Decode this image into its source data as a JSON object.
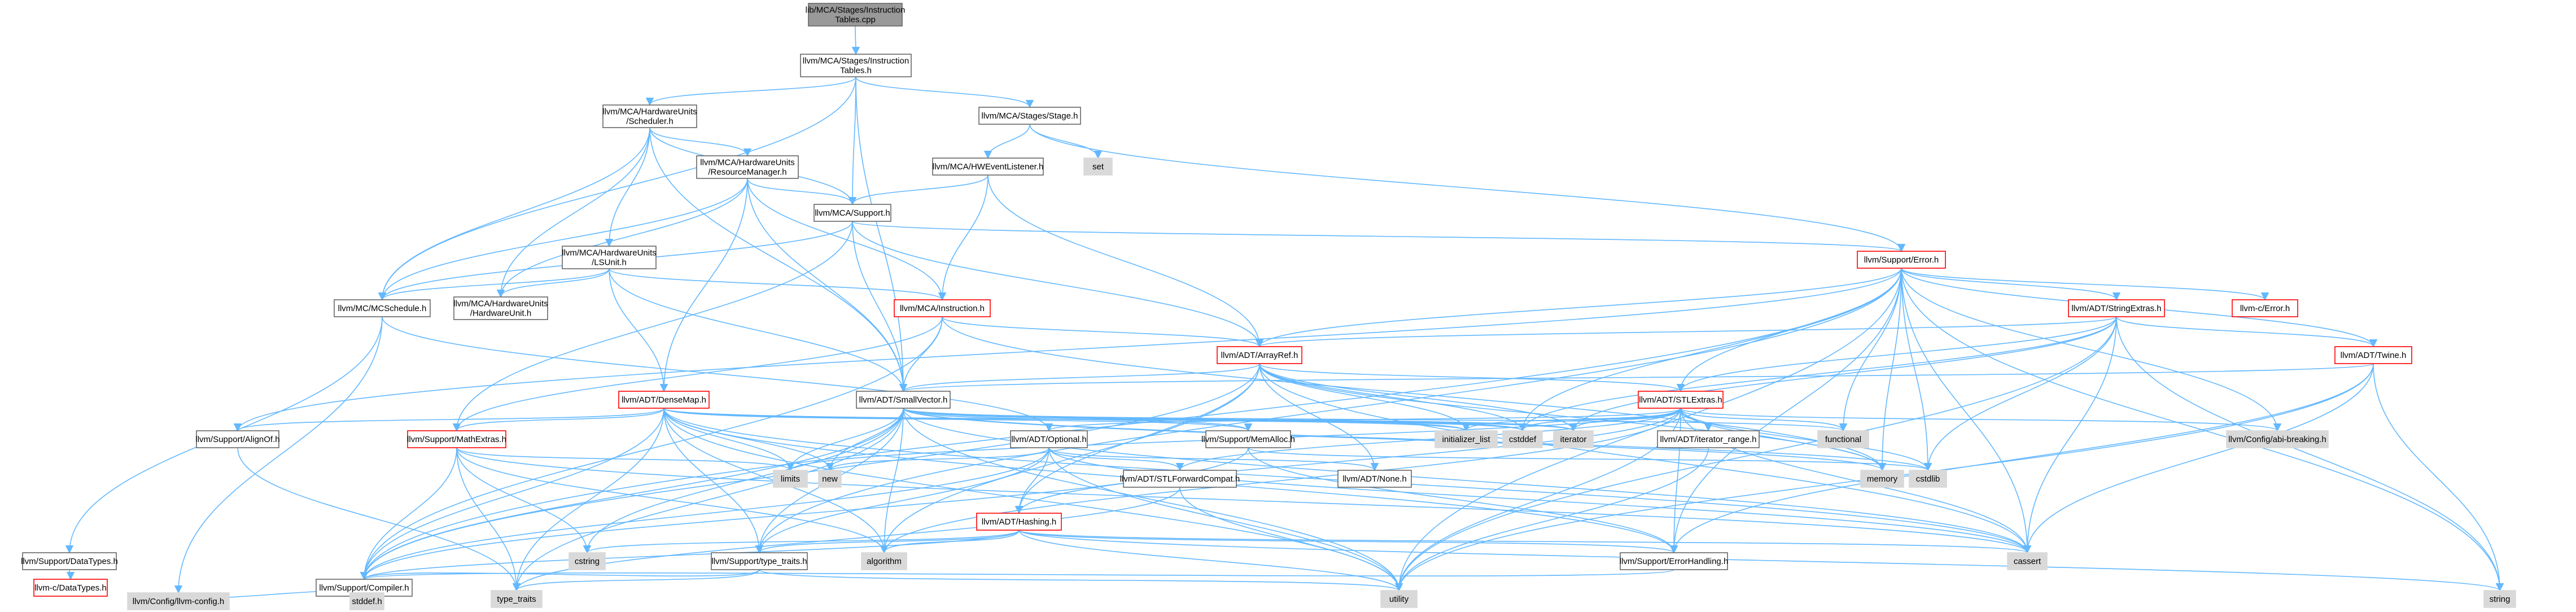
{
  "colors": {
    "edge": "#63B8FF",
    "edge_alt": "#8C8C8C",
    "node_border": "#666666",
    "red_border": "#FF0000",
    "gray_fill": "#D9D9D9",
    "root_fill": "#999999",
    "text": "#000000",
    "background": "#FFFFFF"
  },
  "nodes": [
    {
      "id": "root",
      "lines": [
        "lib/MCA/Stages/Instruction",
        "Tables.cpp"
      ],
      "style": "root"
    },
    {
      "id": "itables",
      "lines": [
        "llvm/MCA/Stages/Instruction",
        "Tables.h"
      ],
      "style": "white"
    },
    {
      "id": "scheduler",
      "lines": [
        "llvm/MCA/HardwareUnits",
        "/Scheduler.h"
      ],
      "style": "white"
    },
    {
      "id": "stage",
      "lines": [
        "llvm/MCA/Stages/Stage.h"
      ],
      "style": "white"
    },
    {
      "id": "set",
      "lines": [
        "set"
      ],
      "style": "gray"
    },
    {
      "id": "hwlistener",
      "lines": [
        "llvm/MCA/HWEventListener.h"
      ],
      "style": "white"
    },
    {
      "id": "resmgr",
      "lines": [
        "llvm/MCA/HardwareUnits",
        "/ResourceManager.h"
      ],
      "style": "white"
    },
    {
      "id": "support",
      "lines": [
        "llvm/MCA/Support.h"
      ],
      "style": "white"
    },
    {
      "id": "error",
      "lines": [
        "llvm/Support/Error.h"
      ],
      "style": "red"
    },
    {
      "id": "lsunit",
      "lines": [
        "llvm/MCA/HardwareUnits",
        "/LSUnit.h"
      ],
      "style": "white"
    },
    {
      "id": "mcschedule",
      "lines": [
        "llvm/MC/MCSchedule.h"
      ],
      "style": "white"
    },
    {
      "id": "hwunit",
      "lines": [
        "llvm/MCA/HardwareUnits",
        "/HardwareUnit.h"
      ],
      "style": "white"
    },
    {
      "id": "instruction",
      "lines": [
        "llvm/MCA/Instruction.h"
      ],
      "style": "red"
    },
    {
      "id": "stringextras",
      "lines": [
        "llvm/ADT/StringExtras.h"
      ],
      "style": "red"
    },
    {
      "id": "cerror",
      "lines": [
        "llvm-c/Error.h"
      ],
      "style": "red"
    },
    {
      "id": "twine",
      "lines": [
        "llvm/ADT/Twine.h"
      ],
      "style": "red"
    },
    {
      "id": "arrayref",
      "lines": [
        "llvm/ADT/ArrayRef.h"
      ],
      "style": "red"
    },
    {
      "id": "densemap",
      "lines": [
        "llvm/ADT/DenseMap.h"
      ],
      "style": "red"
    },
    {
      "id": "smallvector",
      "lines": [
        "llvm/ADT/SmallVector.h"
      ],
      "style": "white"
    },
    {
      "id": "stlextras",
      "lines": [
        "llvm/ADT/STLExtras.h"
      ],
      "style": "red"
    },
    {
      "id": "alignof",
      "lines": [
        "llvm/Support/AlignOf.h"
      ],
      "style": "white"
    },
    {
      "id": "mathextras",
      "lines": [
        "llvm/Support/MathExtras.h"
      ],
      "style": "red"
    },
    {
      "id": "optional",
      "lines": [
        "llvm/ADT/Optional.h"
      ],
      "style": "white"
    },
    {
      "id": "memalloc",
      "lines": [
        "llvm/Support/MemAlloc.h"
      ],
      "style": "white"
    },
    {
      "id": "initlist",
      "lines": [
        "initializer_list"
      ],
      "style": "gray"
    },
    {
      "id": "cstddef",
      "lines": [
        "cstddef"
      ],
      "style": "gray"
    },
    {
      "id": "iterator",
      "lines": [
        "iterator"
      ],
      "style": "gray"
    },
    {
      "id": "iterrange",
      "lines": [
        "llvm/ADT/iterator_range.h"
      ],
      "style": "white"
    },
    {
      "id": "functional",
      "lines": [
        "functional"
      ],
      "style": "gray"
    },
    {
      "id": "abibreaking",
      "lines": [
        "llvm/Config/abi-breaking.h"
      ],
      "style": "gray"
    },
    {
      "id": "limits",
      "lines": [
        "limits"
      ],
      "style": "gray"
    },
    {
      "id": "new",
      "lines": [
        "new"
      ],
      "style": "gray"
    },
    {
      "id": "stlforward",
      "lines": [
        "llvm/ADT/STLForwardCompat.h"
      ],
      "style": "white"
    },
    {
      "id": "none",
      "lines": [
        "llvm/ADT/None.h"
      ],
      "style": "white"
    },
    {
      "id": "memory",
      "lines": [
        "memory"
      ],
      "style": "gray"
    },
    {
      "id": "cstdlib",
      "lines": [
        "cstdlib"
      ],
      "style": "gray"
    },
    {
      "id": "hashing",
      "lines": [
        "llvm/ADT/Hashing.h"
      ],
      "style": "red"
    },
    {
      "id": "datatypes",
      "lines": [
        "llvm/Support/DataTypes.h"
      ],
      "style": "white"
    },
    {
      "id": "cstring",
      "lines": [
        "cstring"
      ],
      "style": "gray"
    },
    {
      "id": "algorithm",
      "lines": [
        "algorithm"
      ],
      "style": "gray"
    },
    {
      "id": "typetraitsh",
      "lines": [
        "llvm/Support/type_traits.h"
      ],
      "style": "white"
    },
    {
      "id": "errorhandling",
      "lines": [
        "llvm/Support/ErrorHandling.h"
      ],
      "style": "white"
    },
    {
      "id": "cassert",
      "lines": [
        "cassert"
      ],
      "style": "gray"
    },
    {
      "id": "cdatatypes",
      "lines": [
        "llvm-c/DataTypes.h"
      ],
      "style": "red"
    },
    {
      "id": "compiler",
      "lines": [
        "llvm/Support/Compiler.h"
      ],
      "style": "white"
    },
    {
      "id": "typetraits",
      "lines": [
        "type_traits"
      ],
      "style": "gray"
    },
    {
      "id": "utility",
      "lines": [
        "utility"
      ],
      "style": "gray"
    },
    {
      "id": "string",
      "lines": [
        "string"
      ],
      "style": "gray"
    },
    {
      "id": "stddef",
      "lines": [
        "stddef.h"
      ],
      "style": "gray"
    },
    {
      "id": "llvmconfig",
      "lines": [
        "llvm/Config/llvm-config.h"
      ],
      "style": "gray"
    }
  ]
}
